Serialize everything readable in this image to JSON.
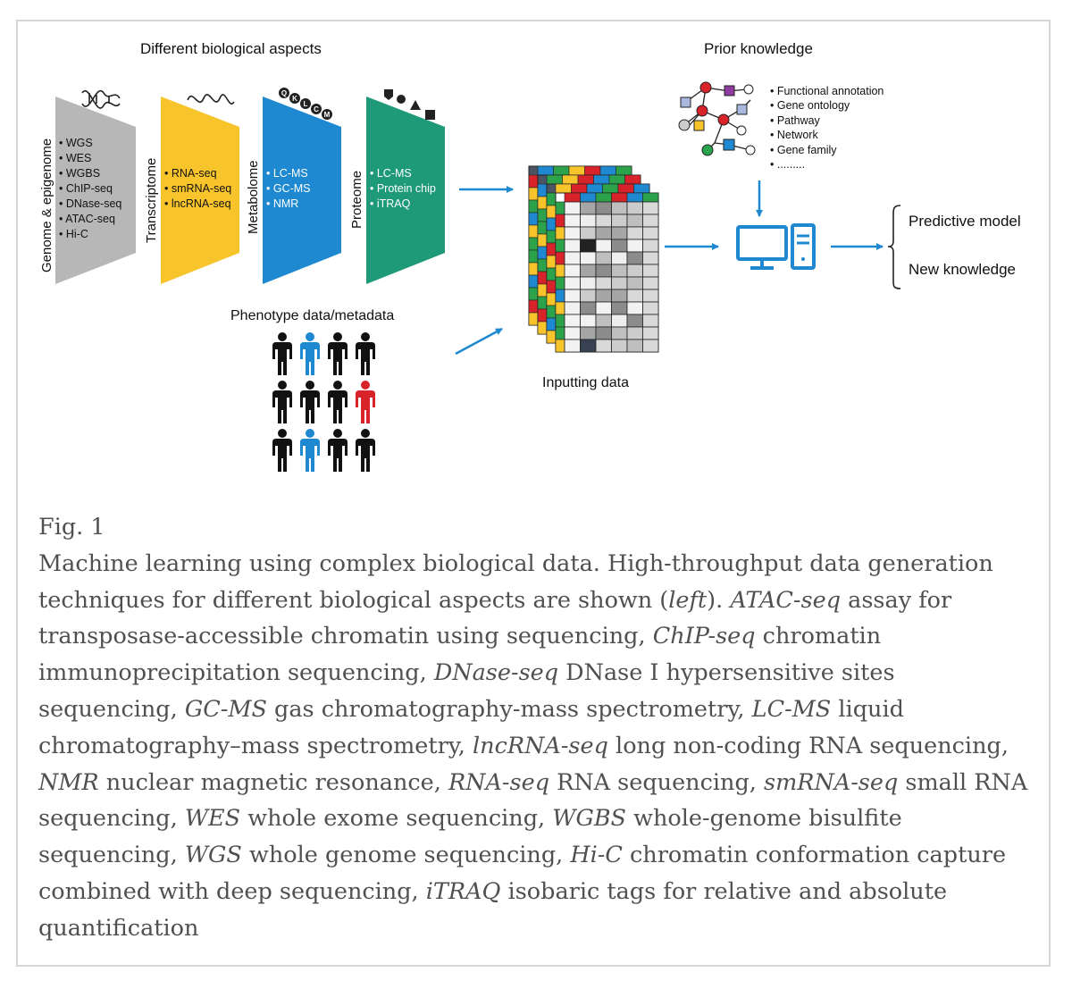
{
  "figure": {
    "heading_left": "Different biological aspects",
    "heading_right": "Prior knowledge",
    "columns": [
      {
        "label": "Genome & epigenome",
        "color": "#b7b7b7",
        "items": [
          "• WGS",
          "• WES",
          "• WGBS",
          "• ChIP-seq",
          "• DNase-seq",
          "• ATAC-seq",
          "• Hi-C"
        ]
      },
      {
        "label": "Transcriptome",
        "color": "#f7c52b",
        "items": [
          "• RNA-seq",
          "• smRNA-seq",
          "• lncRNA-seq"
        ]
      },
      {
        "label": "Metabolome",
        "color": "#1e88d0",
        "items": [
          "• LC-MS",
          "• GC-MS",
          "• NMR"
        ]
      },
      {
        "label": "Proteome",
        "color": "#1f9a78",
        "items": [
          "• LC-MS",
          "• Protein chip",
          "• iTRAQ"
        ]
      }
    ],
    "metabolite_letters": [
      "Q",
      "K",
      "L",
      "C",
      "M"
    ],
    "phenotype_label": "Phenotype data/metadata",
    "inputting_label": "Inputting data",
    "prior_items": [
      "• Functional annotation",
      "• Gene ontology",
      "• Pathway",
      "• Network",
      "• Gene family",
      "• ........."
    ],
    "outputs": [
      "Predictive model",
      "New knowledge"
    ],
    "colors": {
      "arrow": "#1e88d0",
      "human_black": "#111111",
      "human_blue": "#1e88d0",
      "human_red": "#d9232b"
    }
  },
  "caption": {
    "label": "Fig. 1",
    "segments": [
      {
        "t": "Machine learning using complex biological data. High-throughput data generation techniques for different biological aspects are shown (",
        "i": false
      },
      {
        "t": "left",
        "i": true
      },
      {
        "t": "). ",
        "i": false
      },
      {
        "t": "ATAC-seq",
        "i": true
      },
      {
        "t": " assay for transposase-accessible chromatin using sequencing, ",
        "i": false
      },
      {
        "t": "ChIP-seq",
        "i": true
      },
      {
        "t": " chromatin immunoprecipitation sequencing, ",
        "i": false
      },
      {
        "t": "DNase-seq",
        "i": true
      },
      {
        "t": " DNase I hypersensitive sites sequencing, ",
        "i": false
      },
      {
        "t": "GC-MS",
        "i": true
      },
      {
        "t": " gas chromatography-mass spectrometry, ",
        "i": false
      },
      {
        "t": "LC-MS",
        "i": true
      },
      {
        "t": " liquid chromatography–mass spectrometry, ",
        "i": false
      },
      {
        "t": "lncRNA-seq",
        "i": true
      },
      {
        "t": " long non-coding RNA sequencing, ",
        "i": false
      },
      {
        "t": "NMR",
        "i": true
      },
      {
        "t": " nuclear magnetic resonance, ",
        "i": false
      },
      {
        "t": "RNA-seq",
        "i": true
      },
      {
        "t": " RNA sequencing, ",
        "i": false
      },
      {
        "t": "smRNA-seq",
        "i": true
      },
      {
        "t": " small RNA sequencing, ",
        "i": false
      },
      {
        "t": "WES",
        "i": true
      },
      {
        "t": " whole exome sequencing, ",
        "i": false
      },
      {
        "t": "WGBS",
        "i": true
      },
      {
        "t": " whole-genome bisulfite sequencing, ",
        "i": false
      },
      {
        "t": "WGS",
        "i": true
      },
      {
        "t": " whole genome sequencing, ",
        "i": false
      },
      {
        "t": "Hi-C",
        "i": true
      },
      {
        "t": " chromatin conformation capture combined with deep sequencing, ",
        "i": false
      },
      {
        "t": "iTRAQ",
        "i": true
      },
      {
        "t": " isobaric tags for relative and absolute quantification",
        "i": false
      }
    ]
  }
}
